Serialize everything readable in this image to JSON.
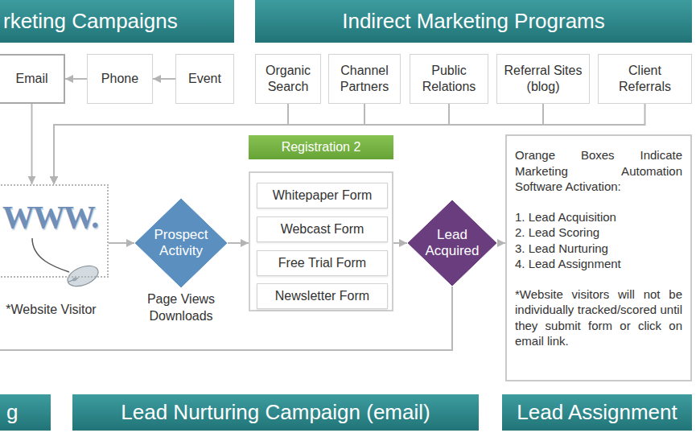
{
  "diagram": {
    "nodes": [
      {
        "text": [
          "rketing Campaigns"
        ]
      },
      {
        "text": [
          "Indirect Marketing Programs"
        ]
      },
      {
        "text": [
          "Email"
        ]
      },
      {
        "text": [
          "Phone"
        ]
      },
      {
        "text": [
          "Event"
        ]
      },
      {
        "text": [
          "Organic Search"
        ]
      },
      {
        "text": [
          "Channel Partners"
        ]
      },
      {
        "text": [
          "Public Relations"
        ]
      },
      {
        "text": [
          "Referral Sites (blog)"
        ]
      },
      {
        "text": [
          "Client Referrals"
        ]
      },
      {
        "text": [
          "Registration 2"
        ]
      },
      {
        "text": [
          "Orange Boxes Indicate Marketing Automation Software Activation:",
          "1. Lead Acquisition",
          "2. Lead Scoring",
          "3. Lead Nurturing",
          "4. Lead Assignment",
          "*Website visitors will not be individually tracked/scored until they submit form or click on email link."
        ]
      },
      {
        "text": [
          "*Website Visitor"
        ]
      },
      {
        "text": [
          "Prospect Activity",
          "Page Views Downloads"
        ]
      },
      {
        "text": []
      },
      {
        "text": [
          "Whitepaper Form"
        ],
        "in": 14
      },
      {
        "text": [
          "Webcast Form"
        ],
        "in": 14
      },
      {
        "text": [
          "Free Trial Form"
        ],
        "in": 14
      },
      {
        "text": [
          "Newsletter Form"
        ],
        "in": 14
      },
      {
        "text": [
          "Lead Acquired"
        ]
      },
      {
        "text": [
          "g"
        ]
      },
      {
        "text": [
          "Lead Nurturing Campaign (email)"
        ]
      },
      {
        "text": [
          "Lead Assignment"
        ]
      }
    ],
    "edges": [
      {
        "from": 4,
        "to": 3,
        "arrow": "to"
      },
      {
        "from": 3,
        "to": 2,
        "arrow": "to"
      },
      {
        "from": 2,
        "to": 12,
        "arrow": "to"
      },
      {
        "from": 5,
        "to": 12,
        "arrow": "to"
      },
      {
        "from": 6,
        "to": 12,
        "arrow": "to"
      },
      {
        "from": 7,
        "to": 12,
        "arrow": "to"
      },
      {
        "from": 8,
        "to": 12,
        "arrow": "to"
      },
      {
        "from": 9,
        "to": 12,
        "arrow": "to"
      },
      {
        "from": 12,
        "to": 13,
        "arrow": "to"
      },
      {
        "from": 13,
        "to": 14,
        "arrow": "to"
      },
      {
        "from": 14,
        "to": 19,
        "arrow": "to"
      },
      {
        "from": 19,
        "to": 11,
        "arrow": "to"
      }
    ],
    "labels": [
      "WWW."
    ]
  }
}
